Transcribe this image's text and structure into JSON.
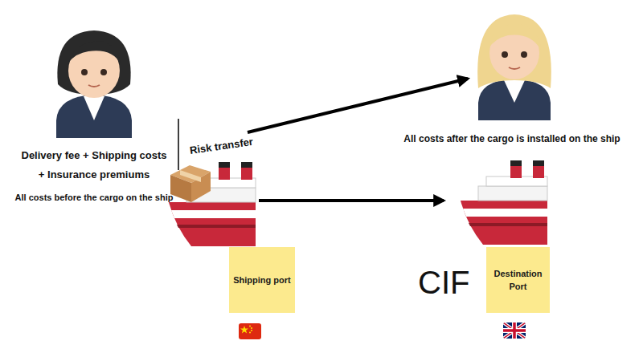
{
  "diagram": {
    "nodes": [
      {
        "text": [
          "Shipping port"
        ]
      },
      {
        "text": [
          "Destination Port"
        ]
      }
    ],
    "labels": [
      "Delivery fee + Shipping costs",
      "+ Insurance premiums",
      "All costs before the cargo on the ship",
      "Risk transfer",
      "All costs after the cargo is installed on the ship",
      "CIF"
    ]
  }
}
